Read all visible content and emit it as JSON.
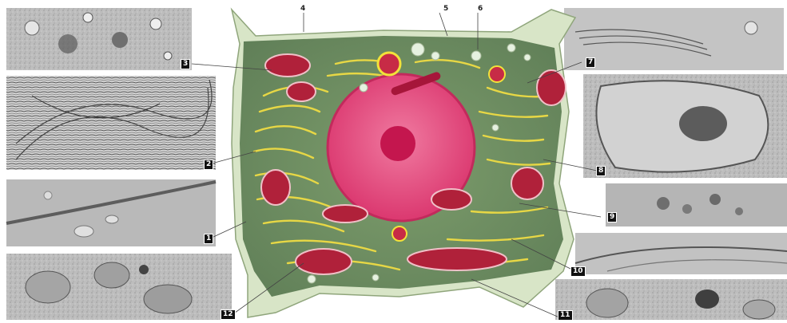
{
  "figure": {
    "top_numbers": [
      "4",
      "5",
      "6"
    ],
    "panel_numbers": [
      "3",
      "2",
      "1",
      "12",
      "7",
      "8",
      "9",
      "10",
      "11"
    ],
    "colors": {
      "cytoplasm": "#6f8f62",
      "membrane": "#d7e3c6",
      "nucleus": "#e0427a",
      "nucleolus": "#c4164e",
      "mitochondria": "#b0213a",
      "reticulum": "#e8d84a",
      "micrograph": "#b8b8b8"
    }
  }
}
